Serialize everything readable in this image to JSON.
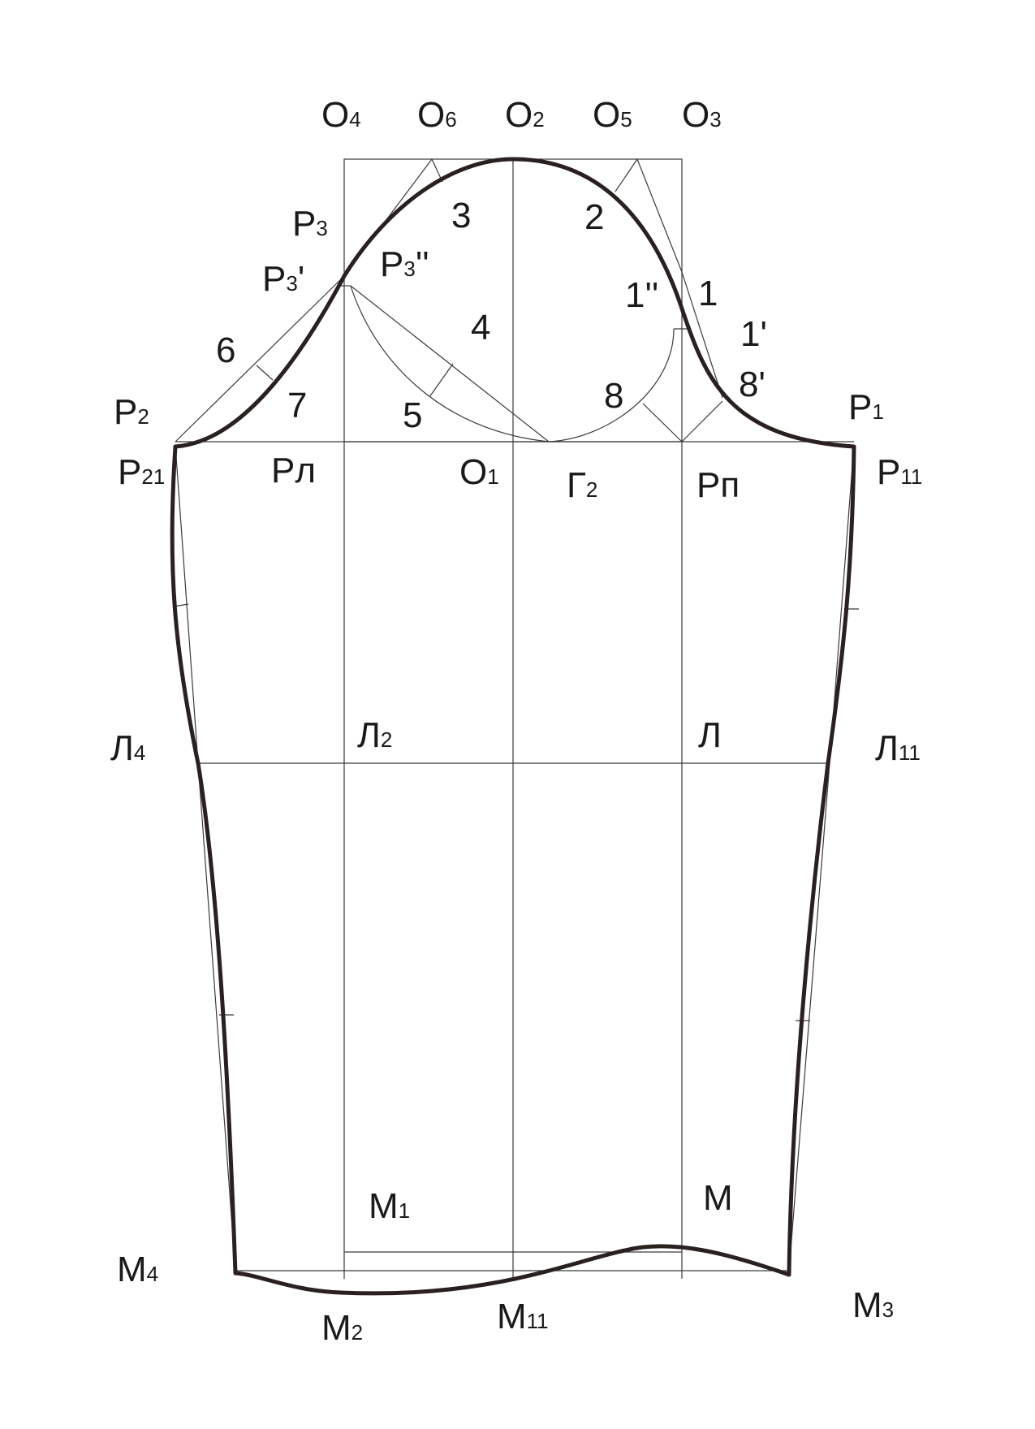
{
  "labels": {
    "O4": {
      "base": "O",
      "sub": "4"
    },
    "O6": {
      "base": "O",
      "sub": "6"
    },
    "O2": {
      "base": "O",
      "sub": "2"
    },
    "O5": {
      "base": "O",
      "sub": "5"
    },
    "O3": {
      "base": "O",
      "sub": "3"
    },
    "P3": {
      "base": "P",
      "sub": "3"
    },
    "P3p": {
      "base": "P",
      "sub": "3",
      "suffix": "'"
    },
    "P3pp": {
      "base": "P",
      "sub": "3",
      "suffix": "''"
    },
    "P2": {
      "base": "P",
      "sub": "2"
    },
    "P21": {
      "base": "P",
      "sub": "21"
    },
    "P1": {
      "base": "P",
      "sub": "1"
    },
    "P11": {
      "base": "P",
      "sub": "11"
    },
    "Pl": {
      "base": "Рл"
    },
    "Pp": {
      "base": "Рп"
    },
    "O1": {
      "base": "O",
      "sub": "1"
    },
    "G2": {
      "base": "Г",
      "sub": "2"
    },
    "L4": {
      "base": "Л",
      "sub": "4"
    },
    "L2": {
      "base": "Л",
      "sub": "2"
    },
    "L": {
      "base": "Л"
    },
    "L11": {
      "base": "Л",
      "sub": "11"
    },
    "M1": {
      "base": "М",
      "sub": "1"
    },
    "M": {
      "base": "М"
    },
    "M4": {
      "base": "М",
      "sub": "4"
    },
    "M2": {
      "base": "М",
      "sub": "2"
    },
    "M11": {
      "base": "М",
      "sub": "11"
    },
    "M3": {
      "base": "М",
      "sub": "3"
    }
  },
  "numbers": {
    "n1": "1",
    "n1pp": "1''",
    "n1p": "1'",
    "n2": "2",
    "n3": "3",
    "n4": "4",
    "n5": "5",
    "n6": "6",
    "n7": "7",
    "n8": "8",
    "n8p": "8'"
  }
}
